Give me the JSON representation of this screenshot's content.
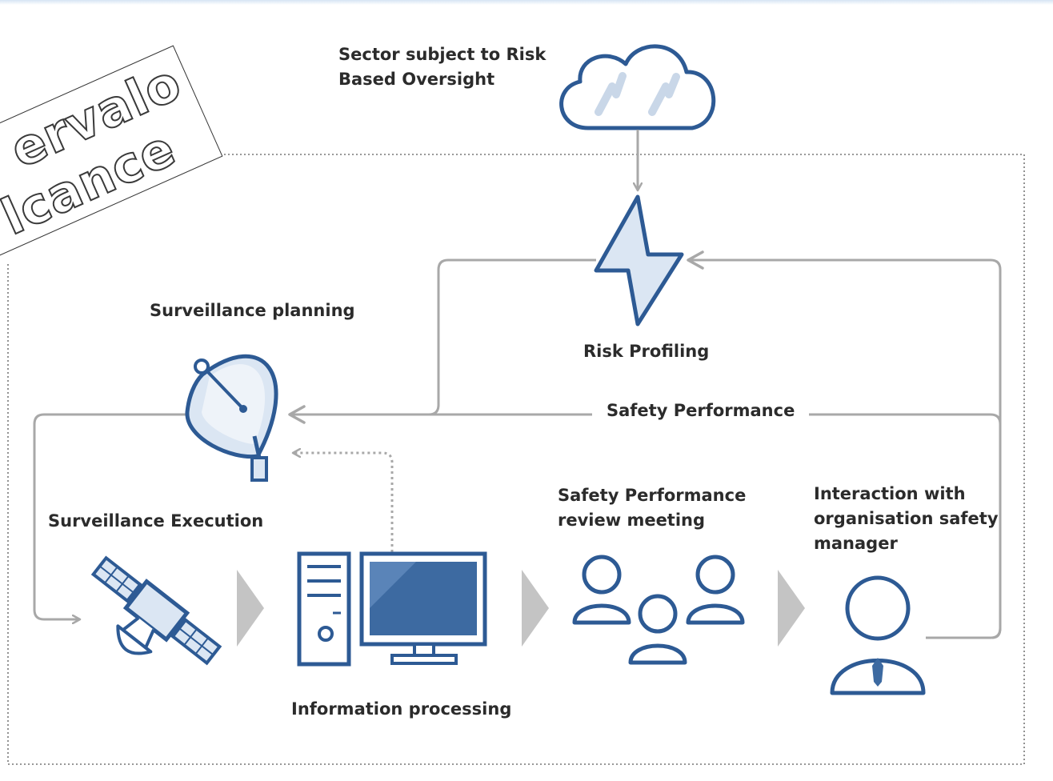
{
  "diagram": {
    "cloud_label": "Sector subject to Risk Based Oversight",
    "risk_profiling_label": "Risk Profiling",
    "surveillance_planning_label": "Surveillance planning",
    "safety_performance_label": "Safety Performance",
    "surveillance_execution_label": "Surveillance Execution",
    "information_processing_label": "Information processing",
    "review_meeting_label": "Safety Performance review meeting",
    "interaction_label": "Interaction with organisation safety manager"
  },
  "stamp": {
    "line1": "ervalo",
    "line2": "lcance"
  },
  "colors": {
    "icon_stroke": "#2d5a94",
    "icon_fill_light": "#dbe6f3",
    "screen_fill": "#3d6aa1",
    "arrow_gray": "#a8a8a8",
    "chevron_gray": "#c4c4c4",
    "text": "#2b2b2b"
  }
}
